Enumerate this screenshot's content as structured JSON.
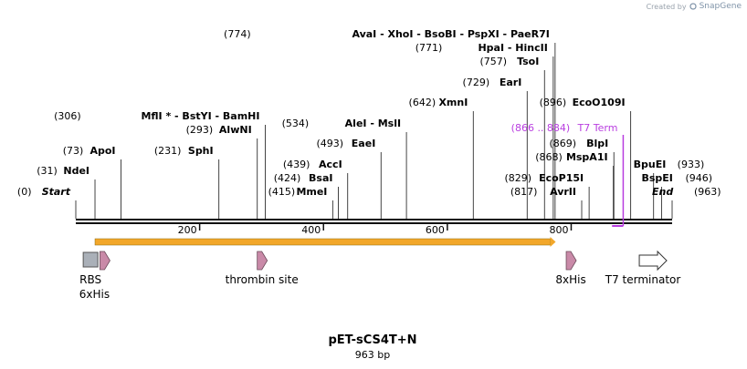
{
  "watermark": {
    "created_by": "Created by",
    "brand": "SnapGene"
  },
  "sequence": {
    "name": "pET-sCS4T+N",
    "length_label": "963 bp",
    "length": 963
  },
  "ruler": {
    "ticks": [
      "200",
      "400",
      "600",
      "800"
    ],
    "tick_values": [
      200,
      400,
      600,
      800
    ]
  },
  "sites": [
    {
      "pos": 0,
      "pos_label": "(0)",
      "name": "Start",
      "style": "italic"
    },
    {
      "pos": 31,
      "pos_label": "(31)",
      "name": "NdeI"
    },
    {
      "pos": 73,
      "pos_label": "(73)",
      "name": "ApoI"
    },
    {
      "pos": 231,
      "pos_label": "(231)",
      "name": "SphI"
    },
    {
      "pos": 293,
      "pos_label": "(293)",
      "name": "AlwNI"
    },
    {
      "pos": 306,
      "pos_label": "(306)",
      "name": "MflI *  -  BstYI  -  BamHI"
    },
    {
      "pos": 415,
      "pos_label": "(415)",
      "name": "MmeI"
    },
    {
      "pos": 424,
      "pos_label": "(424)",
      "name": "BsaI"
    },
    {
      "pos": 439,
      "pos_label": "(439)",
      "name": "AccI"
    },
    {
      "pos": 493,
      "pos_label": "(493)",
      "name": "EaeI"
    },
    {
      "pos": 534,
      "pos_label": "(534)",
      "name": "AleI  -  MslI"
    },
    {
      "pos": 642,
      "pos_label": "(642)",
      "name": "XmnI"
    },
    {
      "pos": 729,
      "pos_label": "(729)",
      "name": "EarI"
    },
    {
      "pos": 757,
      "pos_label": "(757)",
      "name": "TsoI"
    },
    {
      "pos": 771,
      "pos_label": "(771)",
      "name": "HpaI  -  HincII"
    },
    {
      "pos": 774,
      "pos_label": "(774)",
      "name": "AvaI  -  XhoI  -  BsoBI  -  PspXI  -  PaeR7I"
    },
    {
      "pos": 817,
      "pos_label": "(817)",
      "name": "AvrII"
    },
    {
      "pos": 829,
      "pos_label": "(829)",
      "name": "EcoP15I"
    },
    {
      "pos": 868,
      "pos_label": "(868)",
      "name": "MspA1I"
    },
    {
      "pos": 869,
      "pos_label": "(869)",
      "name": "BlpI"
    },
    {
      "pos": 896,
      "pos_label": "(896)",
      "name": "EcoO109I"
    },
    {
      "pos": 933,
      "pos_label": "(933)",
      "name": "BpuEI",
      "label_side": "right"
    },
    {
      "pos": 946,
      "pos_label": "(946)",
      "name": "BspEI",
      "label_side": "right"
    },
    {
      "pos": 963,
      "pos_label": "(963)",
      "name": "End",
      "style": "italic",
      "label_side": "right"
    }
  ],
  "t7_term": {
    "range_label": "(866 .. 884)",
    "name": "T7 Term",
    "start": 866,
    "end": 884,
    "color": "#b93ee0"
  },
  "orf": {
    "start": 31,
    "end": 775,
    "color": "#f2a72a"
  },
  "features": [
    {
      "name": "RBS",
      "kind": "box",
      "pos": 12,
      "color": "#aab0b8"
    },
    {
      "name": "6xHis",
      "kind": "arrow",
      "pos": 39,
      "color": "#c98aa8"
    },
    {
      "name": "thrombin site",
      "kind": "arrow",
      "pos": 293,
      "color": "#c98aa8"
    },
    {
      "name": "8xHis",
      "kind": "arrow",
      "pos": 792,
      "color": "#c98aa8"
    },
    {
      "name": "T7 terminator",
      "kind": "hollow",
      "pos": 910,
      "color": "#ffffff"
    }
  ],
  "colors": {
    "backbone": "#111111",
    "site_line": "#444444",
    "accent": "#b93ee0"
  }
}
